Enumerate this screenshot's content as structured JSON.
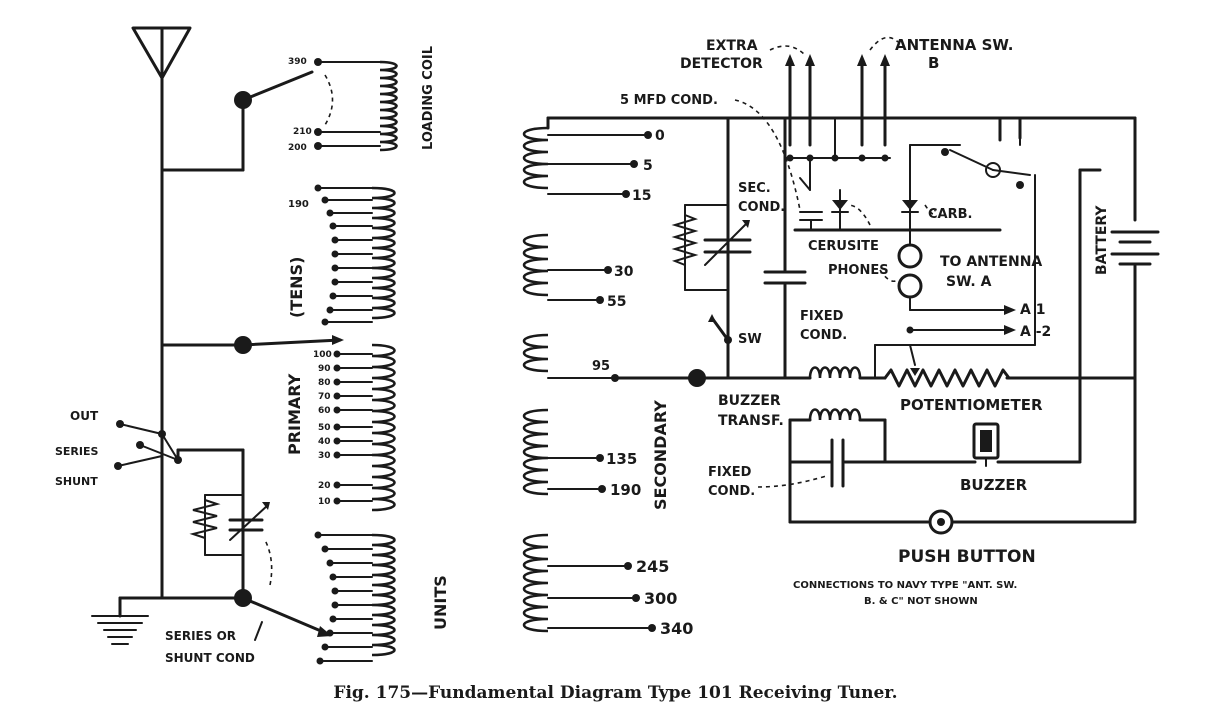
{
  "caption": "Fig. 175—Fundamental Diagram Type 101 Receiving Tuner.",
  "left": {
    "loading_taps": [
      "390",
      "210",
      "200"
    ],
    "loading_coil": "LOADING COIL",
    "tens": "(TENS)",
    "tens_top": "190",
    "primary": "PRIMARY",
    "primary_taps": [
      "100",
      "90",
      "80",
      "70",
      "60",
      "50",
      "40",
      "30",
      "20",
      "10"
    ],
    "units": "UNITS",
    "switch_labels": [
      "OUT",
      "SERIES",
      "SHUNT"
    ],
    "series_shunt": [
      "SERIES OR",
      "SHUNT COND"
    ]
  },
  "secondary": {
    "label": "SECONDARY",
    "taps": [
      "0",
      "5",
      "15",
      "30",
      "55",
      "95",
      "135",
      "190",
      "245",
      "300",
      "340"
    ]
  },
  "right": {
    "extra_detector": [
      "EXTRA",
      "DETECTOR"
    ],
    "antenna_sw_b": [
      "ANTENNA SW.",
      "B"
    ],
    "five_mfd": "5 MFD COND.",
    "sec_cond": [
      "SEC.",
      "COND."
    ],
    "carb": "CARB.",
    "cerusite": "CERUSITE",
    "phones": "PHONES",
    "to_antenna": [
      "TO ANTENNA",
      "SW. A"
    ],
    "battery": "BATTERY",
    "a1": "A 1",
    "a2": "A -2",
    "fixed_cond1": [
      "FIXED",
      "COND."
    ],
    "sw": "SW",
    "buzzer_transf": [
      "BUZZER",
      "TRANSF."
    ],
    "potentiometer": "POTENTIOMETER",
    "fixed_cond2": [
      "FIXED",
      "COND."
    ],
    "buzzer": "BUZZER",
    "push_button": "PUSH BUTTON",
    "note": [
      "CONNECTIONS TO NAVY TYPE \"ANT. SW.",
      "B. & C\" NOT SHOWN"
    ]
  }
}
